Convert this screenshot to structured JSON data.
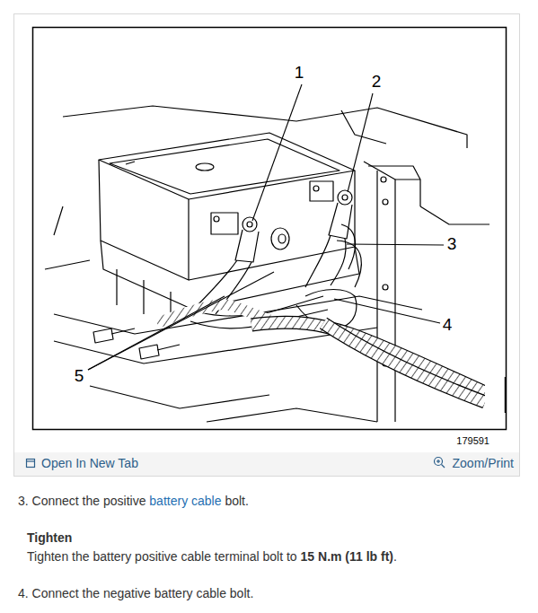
{
  "diagram": {
    "labels": [
      "1",
      "2",
      "3",
      "4",
      "5",
      "179591",
      "Open In New Tab",
      "Zoom/Print",
      "3. Connect the positive",
      "battery cable",
      "bolt.",
      "Tighten",
      "Tighten the battery positive cable terminal bolt to",
      "15 N.m (11 lb ft)",
      ".",
      "4. Connect the negative battery cable bolt."
    ]
  }
}
